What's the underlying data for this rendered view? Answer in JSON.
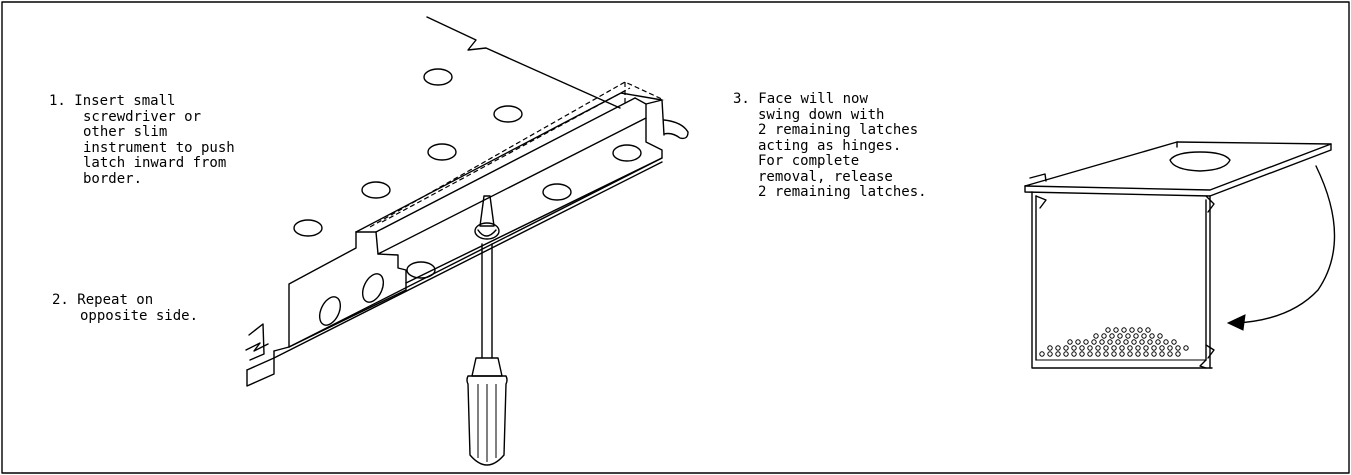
{
  "steps": [
    {
      "number": "1.",
      "lines": [
        "Insert small",
        "screwdriver or",
        "other slim",
        "instrument to push",
        "latch inward from",
        "border."
      ]
    },
    {
      "number": "2.",
      "lines": [
        "Repeat on",
        "opposite side."
      ]
    },
    {
      "number": "3.",
      "lines": [
        "Face will now",
        "swing down with",
        "2 remaining latches",
        "acting as hinges.",
        "For complete",
        "removal, release",
        "2 remaining latches."
      ]
    }
  ],
  "colors": {
    "stroke": "#000000",
    "background": "#ffffff"
  }
}
